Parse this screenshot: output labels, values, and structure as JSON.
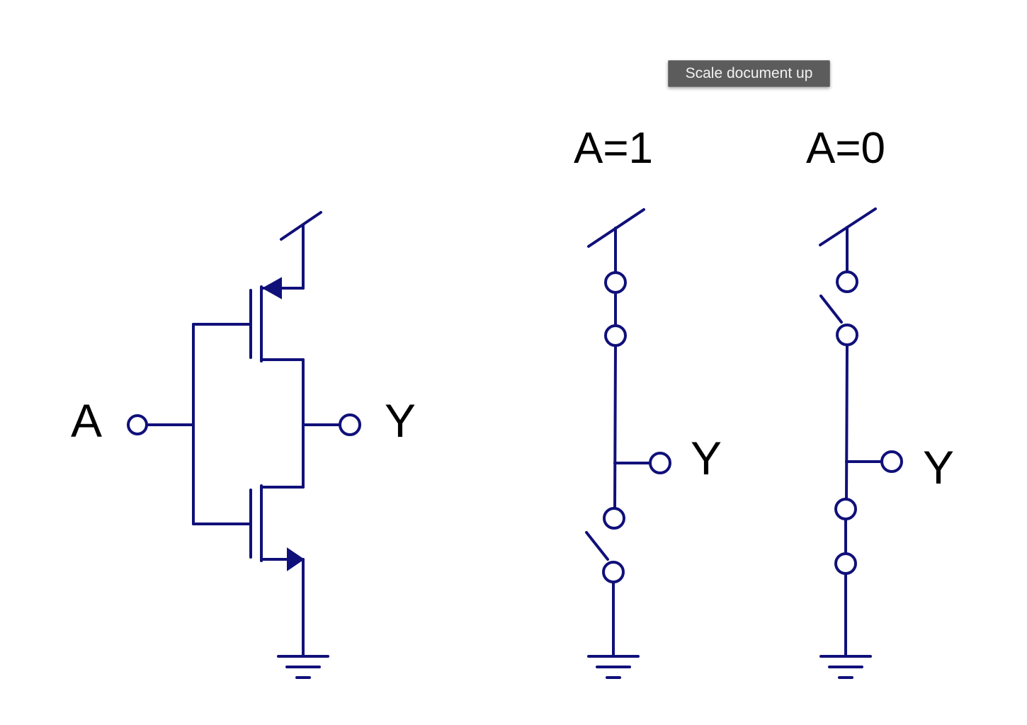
{
  "tooltip": {
    "text": "Scale document up"
  },
  "colors": {
    "wire": "#10107a",
    "text": "#000000",
    "tooltip_bg": "#5c5c5c",
    "tooltip_text": "#f2f2f2"
  },
  "inverter": {
    "input_label": "A",
    "output_label": "Y"
  },
  "switch_model_a1": {
    "title": "A=1",
    "output_label": "Y",
    "pmos_switch": "closed",
    "nmos_switch": "open"
  },
  "switch_model_a0": {
    "title": "A=0",
    "output_label": "Y",
    "pmos_switch": "open",
    "nmos_switch": "closed"
  }
}
